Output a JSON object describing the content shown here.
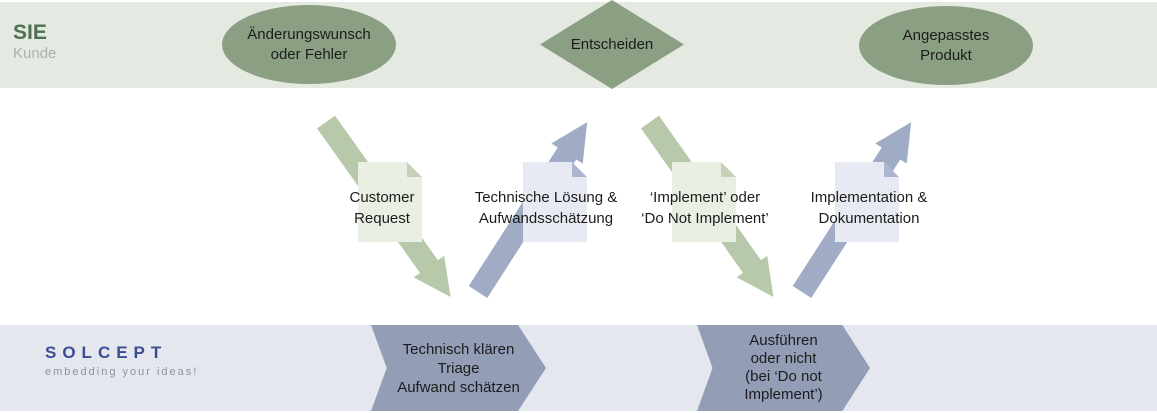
{
  "colors": {
    "band-green-bg": "#e4eae1",
    "band-blue-bg": "#e4e7ee",
    "shape-green": "#8ba083",
    "chevron-blue": "#939db6",
    "arrow-green": "#b8c9ab",
    "arrow-blue": "#a0abc6",
    "doc-green-bg": "#eaefe4",
    "doc-green-fold": "#c4d1b9",
    "doc-blue-bg": "#e7eaf2",
    "doc-blue-fold": "#acb6d0",
    "text-dark": "#1c1c1c",
    "sie-green": "#4e7050",
    "kunde-gray": "#a9b4a8",
    "solcept-blue": "#3c4c94",
    "tagline-gray": "#8d929e"
  },
  "customer_lane": {
    "title": "SIE",
    "subtitle": "Kunde",
    "nodes": [
      {
        "shape": "ellipse",
        "lines": [
          "Änderungswunsch",
          "oder Fehler"
        ]
      },
      {
        "shape": "diamond",
        "lines": [
          "Entscheiden"
        ]
      },
      {
        "shape": "ellipse",
        "lines": [
          "Angepasstes",
          "Produkt"
        ]
      }
    ]
  },
  "flows": [
    {
      "direction": "customer-to-solcept",
      "artifact": "document",
      "lines": [
        "Customer",
        "Request"
      ]
    },
    {
      "direction": "solcept-to-customer",
      "artifact": "document",
      "lines": [
        "Technische Lösung &",
        "Aufwandsschätzung"
      ]
    },
    {
      "direction": "customer-to-solcept",
      "artifact": "document",
      "lines": [
        "‘Implement’ oder",
        "‘Do Not Implement’"
      ]
    },
    {
      "direction": "solcept-to-customer",
      "artifact": "document",
      "lines": [
        "Implementation &",
        "Dokumentation"
      ]
    }
  ],
  "solcept_lane": {
    "logo": "SOLCEPT",
    "tagline": "embedding your ideas!",
    "steps": [
      {
        "lines": [
          "Technisch klären",
          "Triage",
          "Aufwand schätzen"
        ]
      },
      {
        "lines": [
          "Ausführen",
          "oder nicht",
          "(bei ‘Do not",
          "Implement’)"
        ]
      }
    ]
  }
}
